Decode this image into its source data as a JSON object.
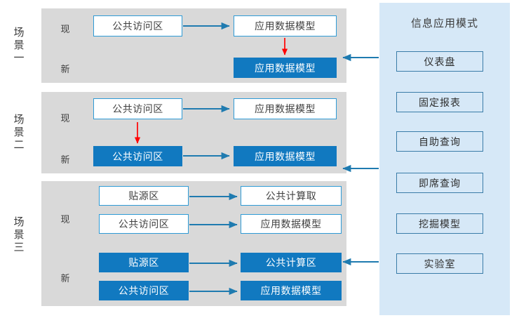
{
  "scenarios": [
    {
      "label_chars": [
        "场",
        "景",
        "一"
      ],
      "rows": [
        {
          "tag": "现"
        },
        {
          "tag": "新"
        }
      ],
      "boxes": [
        {
          "text": "公共访问区",
          "state": "cur"
        },
        {
          "text": "应用数据模型",
          "state": "cur"
        },
        {
          "text": "应用数据模型",
          "state": "new"
        }
      ]
    },
    {
      "label_chars": [
        "场",
        "景",
        "二"
      ],
      "rows": [
        {
          "tag": "现"
        },
        {
          "tag": "新"
        }
      ],
      "boxes": [
        {
          "text": "公共访问区",
          "state": "cur"
        },
        {
          "text": "应用数据模型",
          "state": "cur"
        },
        {
          "text": "公共访问区",
          "state": "new"
        },
        {
          "text": "应用数据模型",
          "state": "new"
        }
      ]
    },
    {
      "label_chars": [
        "场",
        "景",
        "三"
      ],
      "rows": [
        {
          "tag": "现"
        },
        {
          "tag": "新"
        }
      ],
      "boxes": [
        {
          "text": "贴源区",
          "state": "cur"
        },
        {
          "text": "公共计算取",
          "state": "cur"
        },
        {
          "text": "公共访问区",
          "state": "cur"
        },
        {
          "text": "应用数据模型",
          "state": "cur"
        },
        {
          "text": "贴源区",
          "state": "new"
        },
        {
          "text": "公共计算区",
          "state": "new"
        },
        {
          "text": "公共访问区",
          "state": "new"
        },
        {
          "text": "应用数据模型",
          "state": "new"
        }
      ]
    }
  ],
  "right_panel": {
    "title": "信息应用模式",
    "modes": [
      {
        "label": "仪表盘"
      },
      {
        "label": "固定报表"
      },
      {
        "label": "自助查询"
      },
      {
        "label": "即席查询"
      },
      {
        "label": "挖掘模型"
      },
      {
        "label": "实验室"
      }
    ]
  },
  "colors": {
    "panel_gray": "#d9d9d9",
    "panel_light_blue": "#d6e8f7",
    "accent_blue": "#1179c0",
    "border_blue": "#2e9bd6",
    "flow_arrow": "#1f7bb0",
    "transform_arrow": "#ff0000"
  }
}
